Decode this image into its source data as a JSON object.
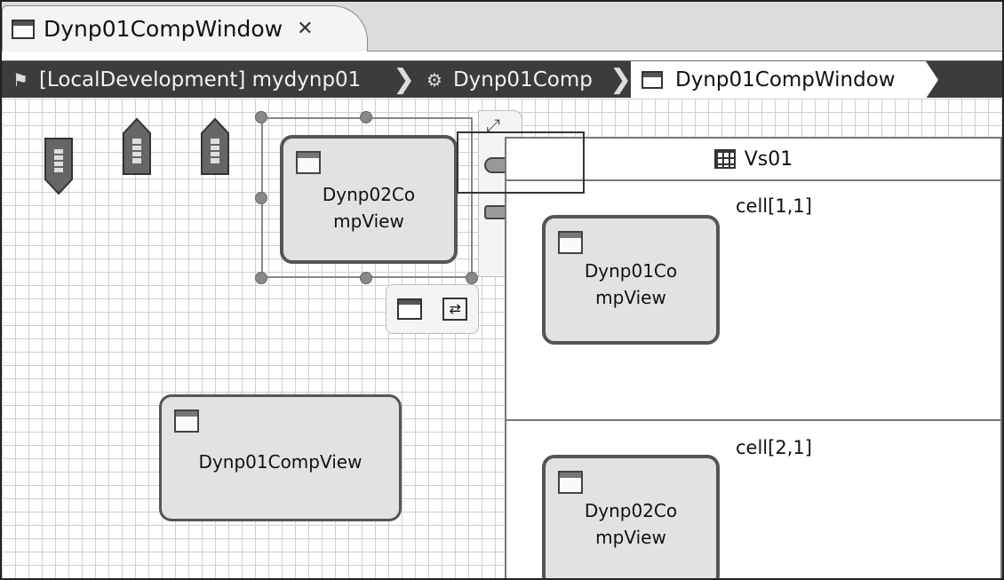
{
  "tab": {
    "title": "Dynp01CompWindow",
    "close_glyph": "✕"
  },
  "breadcrumb": {
    "items": [
      {
        "label": "[LocalDevelopment] mydynp01",
        "icon": "project-icon"
      },
      {
        "label": "Dynp01Comp",
        "icon": "component-icon"
      },
      {
        "label": "Dynp01CompWindow",
        "icon": "window-icon"
      }
    ],
    "separator": "❯"
  },
  "canvas": {
    "views": [
      {
        "label": "Dynp02Co\nmpView"
      },
      {
        "label": "Dynp01CompView"
      }
    ],
    "viewset": {
      "title": "Vs01",
      "cells": [
        {
          "label": "cell[1,1]",
          "view": "Dynp01Co\nmpView"
        },
        {
          "label": "cell[2,1]",
          "view": "Dynp02Co\nmpView"
        }
      ]
    }
  },
  "palette": {
    "tools": [
      "connect-icon",
      "inbound-plug-icon",
      "outbound-plug-icon",
      "embed-view-icon",
      "embed-interface-icon"
    ]
  }
}
